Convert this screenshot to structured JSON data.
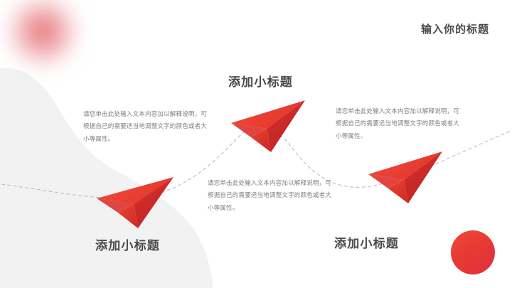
{
  "slide": {
    "title": "输入你的标题",
    "background_color": "#ffffff",
    "blob_color": "#f2f2f2",
    "accent_color": "#e8392f",
    "heading_color": "#4a4a4a",
    "body_text_color": "#7d7d7d",
    "dash_color": "#b9b9b9"
  },
  "decorations": {
    "blur_dot": "blurred-pink-circle",
    "red_ball": "red-gradient-circle",
    "gray_blob": "gray-organic-shape",
    "dashed_path": "dashed-wave-flight-path"
  },
  "blocks": [
    {
      "id": "block-1",
      "heading": "添加小标题",
      "body": "请您单击此处输入文本内容加以解释说明，可根据自己的需要适当地调整文字的颜色或者大小等属性。",
      "icon": "paper-plane-icon"
    },
    {
      "id": "block-2",
      "heading": "添加小标题",
      "body": "请您单击此处输入文本内容加以解释说明，可根据自己的需要适当地调整文字的颜色或者大小等属性。",
      "icon": "paper-plane-icon"
    },
    {
      "id": "block-3",
      "heading": "添加小标题",
      "body": "请您单击此处输入文本内容加以解释说明，可根据自己的需要适当地调整文字的颜色或者大小等属性。",
      "icon": "paper-plane-icon"
    }
  ]
}
